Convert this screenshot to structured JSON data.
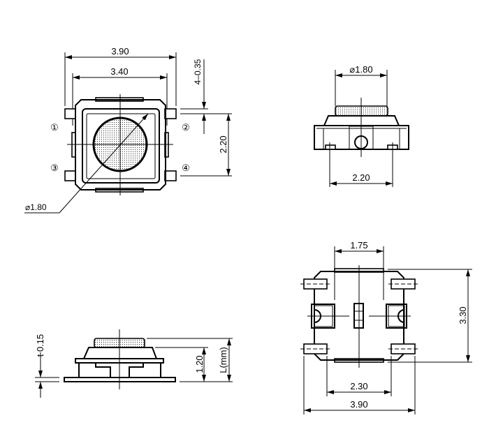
{
  "top_view": {
    "width_outer": "3.90",
    "width_inner": "3.40",
    "pin_width": "4–0.35",
    "pin_pitch": "2.20",
    "button_diameter": "⌀1.80",
    "pins": [
      "①",
      "②",
      "③",
      "④"
    ]
  },
  "front_view": {
    "button_diameter": "⌀1.80",
    "pad_pitch": "2.20"
  },
  "side_view": {
    "thickness": "t 0.15",
    "body_height": "1.20",
    "total_height": "L(mm)"
  },
  "bottom_view": {
    "tab_width": "1.75",
    "height": "3.30",
    "pad_spacing": "2.30",
    "overall_width": "3.90"
  },
  "colors": {
    "line": "#000000",
    "background": "#ffffff"
  }
}
